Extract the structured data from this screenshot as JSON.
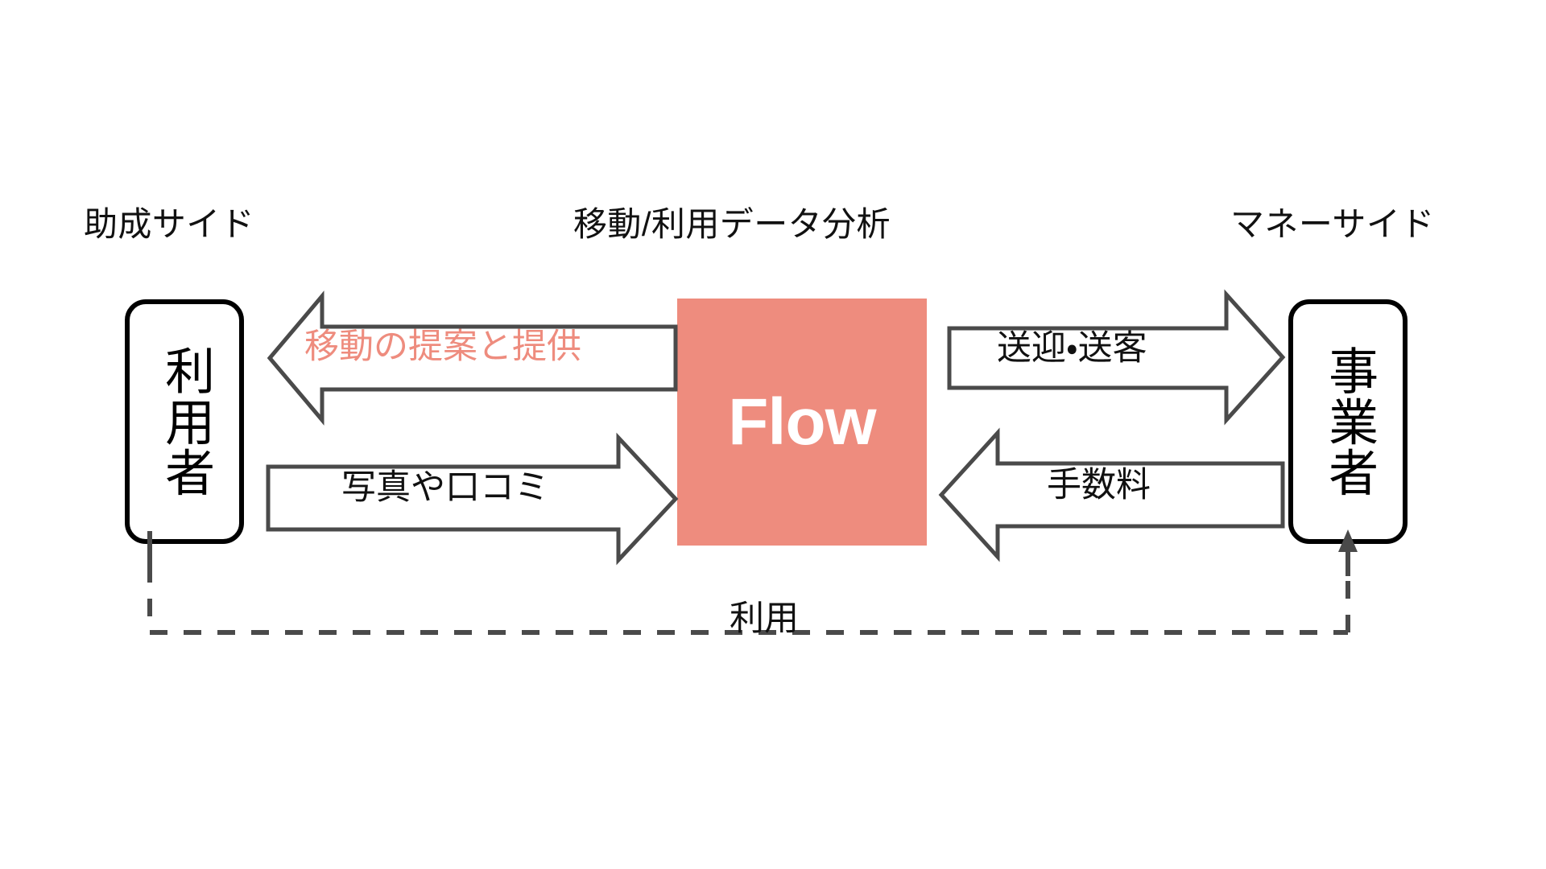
{
  "diagram": {
    "title": "Flow business model diagram",
    "background_color": "#ffffff",
    "accent_color": "#ee8c7e",
    "outline_color": "#4a4a4a"
  },
  "headings": {
    "left": "助成サイド",
    "middle": "移動/利用データ分析",
    "right": "マネーサイド"
  },
  "actors": {
    "left": {
      "label": "利用者"
    },
    "right": {
      "label": "事業者"
    }
  },
  "center": {
    "logo": "Flow",
    "fill_color": "#ee8c7e",
    "text_color": "#ffffff"
  },
  "arrows": [
    {
      "id": "proposal",
      "label": "移動の提案と提供",
      "direction": "left",
      "from": "Flow",
      "to": "利用者",
      "label_color": "#ee8c7e"
    },
    {
      "id": "photos",
      "label": "写真や口コミ",
      "direction": "right",
      "from": "利用者",
      "to": "Flow",
      "label_color": "#111111"
    },
    {
      "id": "transfer",
      "label": "送迎・送客",
      "direction": "right",
      "from": "Flow",
      "to": "事業者",
      "label_color": "#111111"
    },
    {
      "id": "fee",
      "label": "手数料",
      "direction": "left",
      "from": "事業者",
      "to": "Flow",
      "label_color": "#111111"
    }
  ],
  "usage_link": {
    "label": "利用",
    "style": "dashed",
    "from": "利用者",
    "to": "事業者",
    "arrowhead_at": "事業者"
  }
}
